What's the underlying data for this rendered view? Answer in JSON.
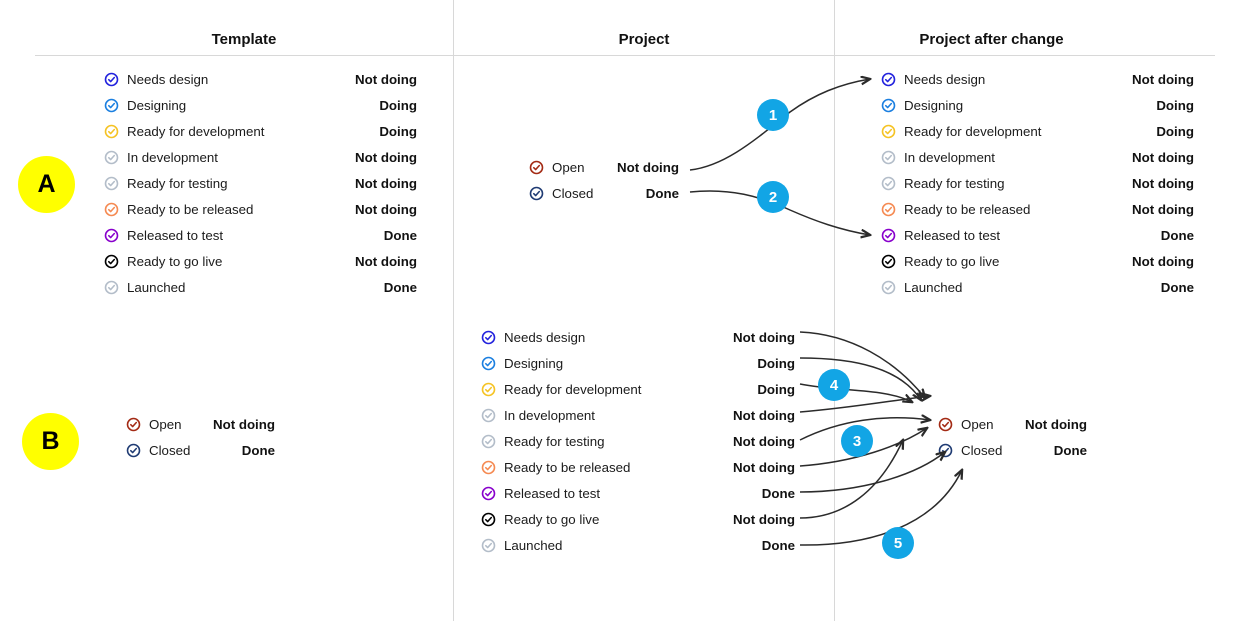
{
  "columns": [
    {
      "id": "template",
      "title": "Template"
    },
    {
      "id": "project",
      "title": "Project"
    },
    {
      "id": "project_after",
      "title": "Project after change"
    }
  ],
  "markers": [
    {
      "label": "A"
    },
    {
      "label": "B"
    }
  ],
  "badges": [
    {
      "label": "1"
    },
    {
      "label": "2"
    },
    {
      "label": "3"
    },
    {
      "label": "4"
    },
    {
      "label": "5"
    }
  ],
  "colors": {
    "badge": "#12a5e5",
    "marker": "#ffff00",
    "divider": "#d8d8d8",
    "arrow": "#2b2b2b",
    "icon_blue_dark": "#2222dd",
    "icon_blue": "#1b7fe0",
    "icon_yellow": "#f5c324",
    "icon_grey": "#b3bdc9",
    "icon_orange": "#f58a52",
    "icon_purple": "#8800cc",
    "icon_black": "#000000",
    "icon_red": "#a32a14",
    "icon_navy": "#1f3b73"
  },
  "template_statuses": [
    {
      "name": "Needs design",
      "value": "Not doing",
      "color": "#2222dd"
    },
    {
      "name": "Designing",
      "value": "Doing",
      "color": "#1b7fe0"
    },
    {
      "name": "Ready for development",
      "value": "Doing",
      "color": "#f5c324"
    },
    {
      "name": "In development",
      "value": "Not doing",
      "color": "#b3bdc9"
    },
    {
      "name": "Ready for testing",
      "value": "Not doing",
      "color": "#b3bdc9"
    },
    {
      "name": "Ready to be released",
      "value": "Not doing",
      "color": "#f58a52"
    },
    {
      "name": "Released to test",
      "value": "Done",
      "color": "#8800cc"
    },
    {
      "name": "Ready to go live",
      "value": "Not doing",
      "color": "#000000"
    },
    {
      "name": "Launched",
      "value": "Done",
      "color": "#b3bdc9"
    }
  ],
  "project_statuses_a": [
    {
      "name": "Open",
      "value": "Not doing",
      "color": "#a32a14"
    },
    {
      "name": "Closed",
      "value": "Done",
      "color": "#1f3b73"
    }
  ],
  "project_after_statuses": [
    {
      "name": "Needs design",
      "value": "Not doing",
      "color": "#2222dd"
    },
    {
      "name": "Designing",
      "value": "Doing",
      "color": "#1b7fe0"
    },
    {
      "name": "Ready for development",
      "value": "Doing",
      "color": "#f5c324"
    },
    {
      "name": "In development",
      "value": "Not doing",
      "color": "#b3bdc9"
    },
    {
      "name": "Ready for testing",
      "value": "Not doing",
      "color": "#b3bdc9"
    },
    {
      "name": "Ready to be released",
      "value": "Not doing",
      "color": "#f58a52"
    },
    {
      "name": "Released to test",
      "value": "Done",
      "color": "#8800cc"
    },
    {
      "name": "Ready to go live",
      "value": "Not doing",
      "color": "#000000"
    },
    {
      "name": "Launched",
      "value": "Done",
      "color": "#b3bdc9"
    }
  ],
  "template_statuses_b": [
    {
      "name": "Open",
      "value": "Not doing",
      "color": "#a32a14"
    },
    {
      "name": "Closed",
      "value": "Done",
      "color": "#1f3b73"
    }
  ],
  "project_statuses_b": [
    {
      "name": "Needs design",
      "value": "Not doing",
      "color": "#2222dd"
    },
    {
      "name": "Designing",
      "value": "Doing",
      "color": "#1b7fe0"
    },
    {
      "name": "Ready for development",
      "value": "Doing",
      "color": "#f5c324"
    },
    {
      "name": "In development",
      "value": "Not doing",
      "color": "#b3bdc9"
    },
    {
      "name": "Ready for testing",
      "value": "Not doing",
      "color": "#b3bdc9"
    },
    {
      "name": "Ready to be released",
      "value": "Not doing",
      "color": "#f58a52"
    },
    {
      "name": "Released to test",
      "value": "Done",
      "color": "#8800cc"
    },
    {
      "name": "Ready to go live",
      "value": "Not doing",
      "color": "#000000"
    },
    {
      "name": "Launched",
      "value": "Done",
      "color": "#b3bdc9"
    }
  ],
  "project_after_statuses_b": [
    {
      "name": "Open",
      "value": "Not doing",
      "color": "#a32a14"
    },
    {
      "name": "Closed",
      "value": "Done",
      "color": "#1f3b73"
    }
  ]
}
